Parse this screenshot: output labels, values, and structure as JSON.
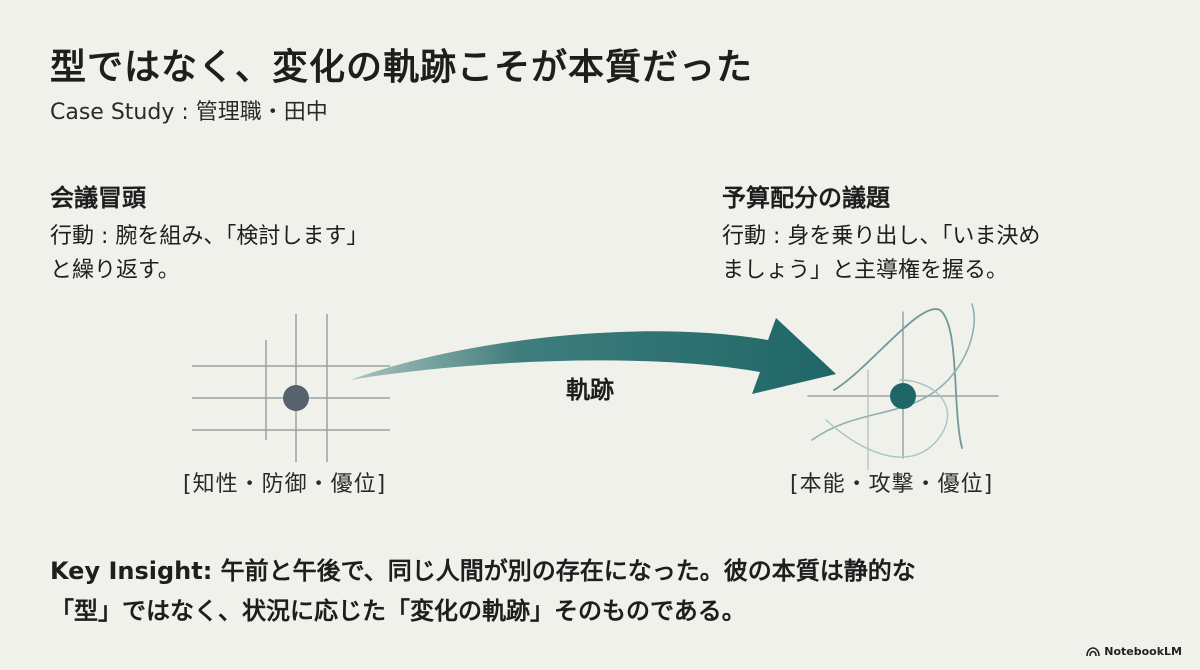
{
  "slide": {
    "title": "型ではなく、変化の軌跡こそが本質だった",
    "subtitle": "Case Study : 管理職・田中"
  },
  "left": {
    "heading": "会議冒頭",
    "body_line1": "行動 : 腕を組み、「検討します」",
    "body_line2": "と繰り返す。",
    "caption": "[知性・防御・優位]"
  },
  "right": {
    "heading": "予算配分の議題",
    "body_line1": "行動 : 身を乗り出し、「いま決め",
    "body_line2": "ましょう」と主導権を握る。",
    "caption": "[本能・攻撃・優位]"
  },
  "arrow": {
    "label": "軌跡"
  },
  "insight": {
    "line1": "Key Insight: 午前と午後で、同じ人間が別の存在になった。彼の本質は静的な",
    "line2": "「型」ではなく、状況に応じた「変化の軌跡」そのものである。"
  },
  "brand": {
    "name": "NotebookLM",
    "icon": "notebooklm-logo-icon"
  },
  "colors": {
    "background": "#f1f1ec",
    "left_dot": "#56626c",
    "right_dot": "#1f6666",
    "arrow": "#2a7070"
  }
}
